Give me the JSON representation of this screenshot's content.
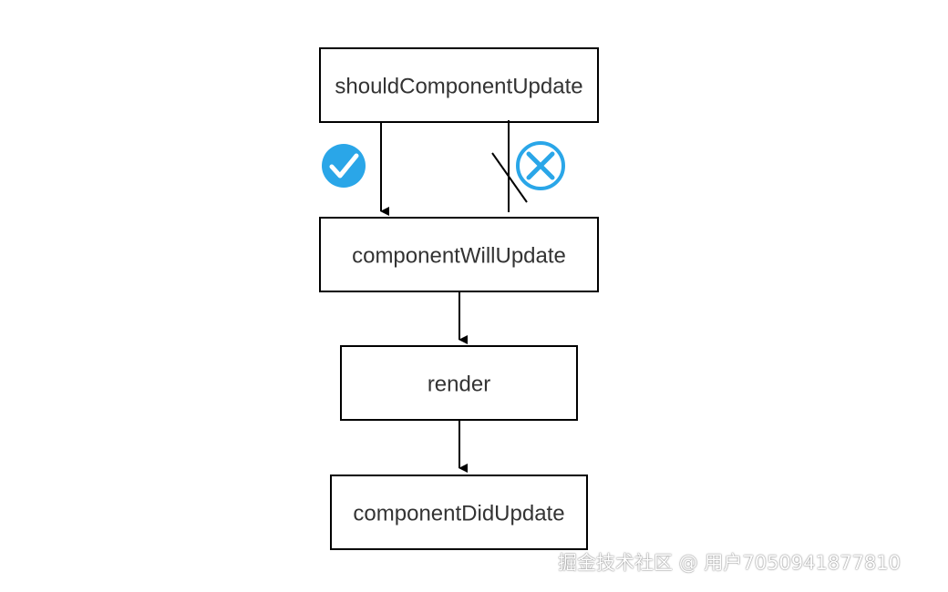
{
  "diagram": {
    "nodes": {
      "should_component_update": "shouldComponentUpdate",
      "component_will_update": "componentWillUpdate",
      "render": "render",
      "component_did_update": "componentDidUpdate"
    },
    "icons": {
      "yes": "check-circle-icon",
      "no": "x-circle-icon"
    },
    "colors": {
      "accent": "#2aa6e8",
      "border": "#000000",
      "text": "#333333"
    }
  },
  "watermark": "掘金技术社区 @ 用户7050941877810"
}
